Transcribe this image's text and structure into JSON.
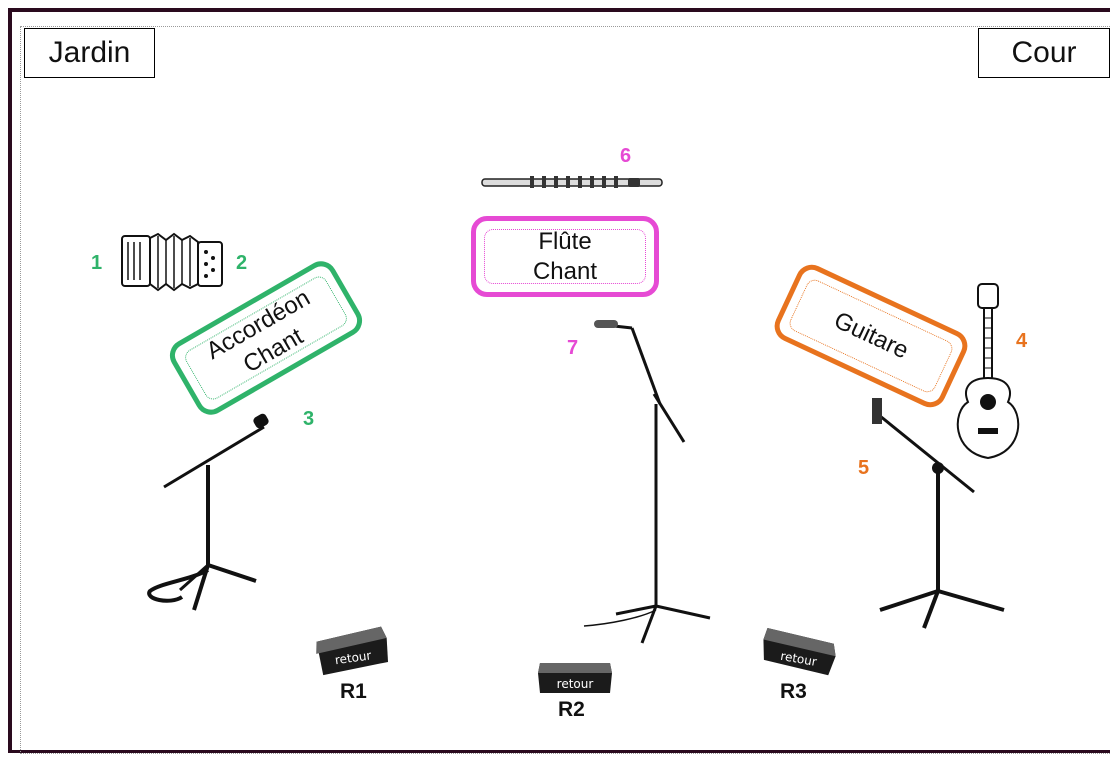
{
  "stage": {
    "left_label": "Jardin",
    "right_label": "Cour"
  },
  "zones": {
    "accordion": {
      "line1": "Accordéon",
      "line2": "Chant",
      "color": "#2fb36a"
    },
    "flute": {
      "line1": "Flûte",
      "line2": "Chant",
      "color": "#e64ad4"
    },
    "guitar": {
      "line1": "Guitare",
      "color": "#e8731e"
    }
  },
  "inputs": {
    "n1": "1",
    "n2": "2",
    "n3": "3",
    "n4": "4",
    "n5": "5",
    "n6": "6",
    "n7": "7"
  },
  "monitors": {
    "r1": "R1",
    "r2": "R2",
    "r3": "R3",
    "wedge_text": "retour"
  }
}
